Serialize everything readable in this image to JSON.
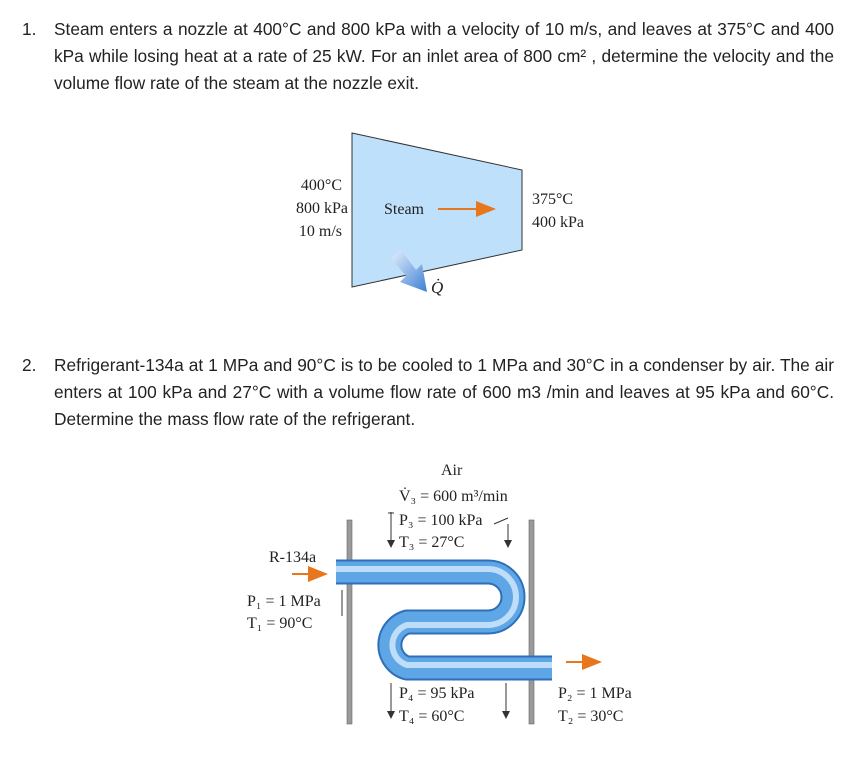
{
  "problems": [
    {
      "number": "1.",
      "text": "Steam enters a nozzle at 400°C and 800 kPa with a velocity of 10 m/s, and leaves at 375°C and 400 kPa while losing heat at a rate of 25 kW. For an inlet area of 800 cm² , determine the velocity and the volume flow rate of the steam at the nozzle exit."
    },
    {
      "number": "2.",
      "text": "Refrigerant-134a at 1 MPa and 90°C is to be cooled to 1 MPa and 30°C in a condenser by air. The air enters at 100 kPa and 27°C with a volume flow rate of 600 m3 /min and leaves at 95 kPa and 60°C. Determine the mass flow rate of the refrigerant."
    }
  ],
  "figure1": {
    "inlet": [
      "400°C",
      "800 kPa",
      "10 m/s"
    ],
    "fluid": "Steam",
    "outlet": [
      "375°C",
      "400 kPa"
    ],
    "heat": "Q̇"
  },
  "figure2": {
    "air_title": "Air",
    "air_in": [
      "V̇₃ = 600 m³/min",
      "P₃ = 100 kPa",
      "T₃ = 27°C"
    ],
    "refrigerant": "R-134a",
    "ref_in": [
      "P₁ = 1 MPa",
      "T₁ = 90°C"
    ],
    "air_out": [
      "P₄ = 95 kPa",
      "T₄ = 60°C"
    ],
    "ref_out": [
      "P₂ = 1 MPa",
      "T₂ = 30°C"
    ]
  },
  "colors": {
    "nozzle_fill": "#bfe0fb",
    "pipe": "#3d8fdc",
    "arrow_orange": "#e8761c",
    "wall": "#9a9a9a"
  }
}
